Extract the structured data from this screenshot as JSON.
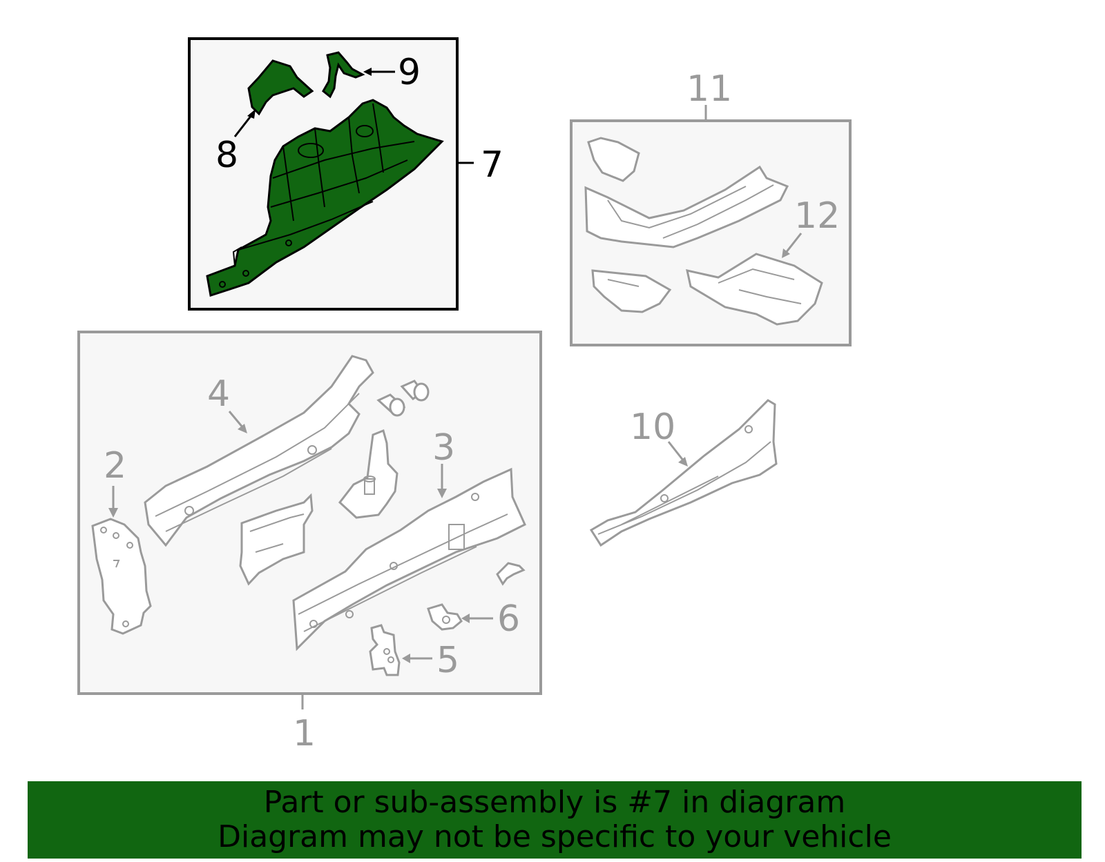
{
  "colors": {
    "highlight_fill": "#116611",
    "banner_background": "#116611",
    "inactive_stroke": "#9a9a9a",
    "box_fill": "#f7f7f7",
    "active_stroke": "#000000"
  },
  "callouts": {
    "c1": "1",
    "c2": "2",
    "c3": "3",
    "c4": "4",
    "c5": "5",
    "c6": "6",
    "c7": "7",
    "c8": "8",
    "c9": "9",
    "c10": "10",
    "c11": "11",
    "c12": "12"
  },
  "banner": {
    "line1": "Part or sub-assembly is #7 in diagram",
    "line2": "Diagram may not be specific to your vehicle"
  }
}
